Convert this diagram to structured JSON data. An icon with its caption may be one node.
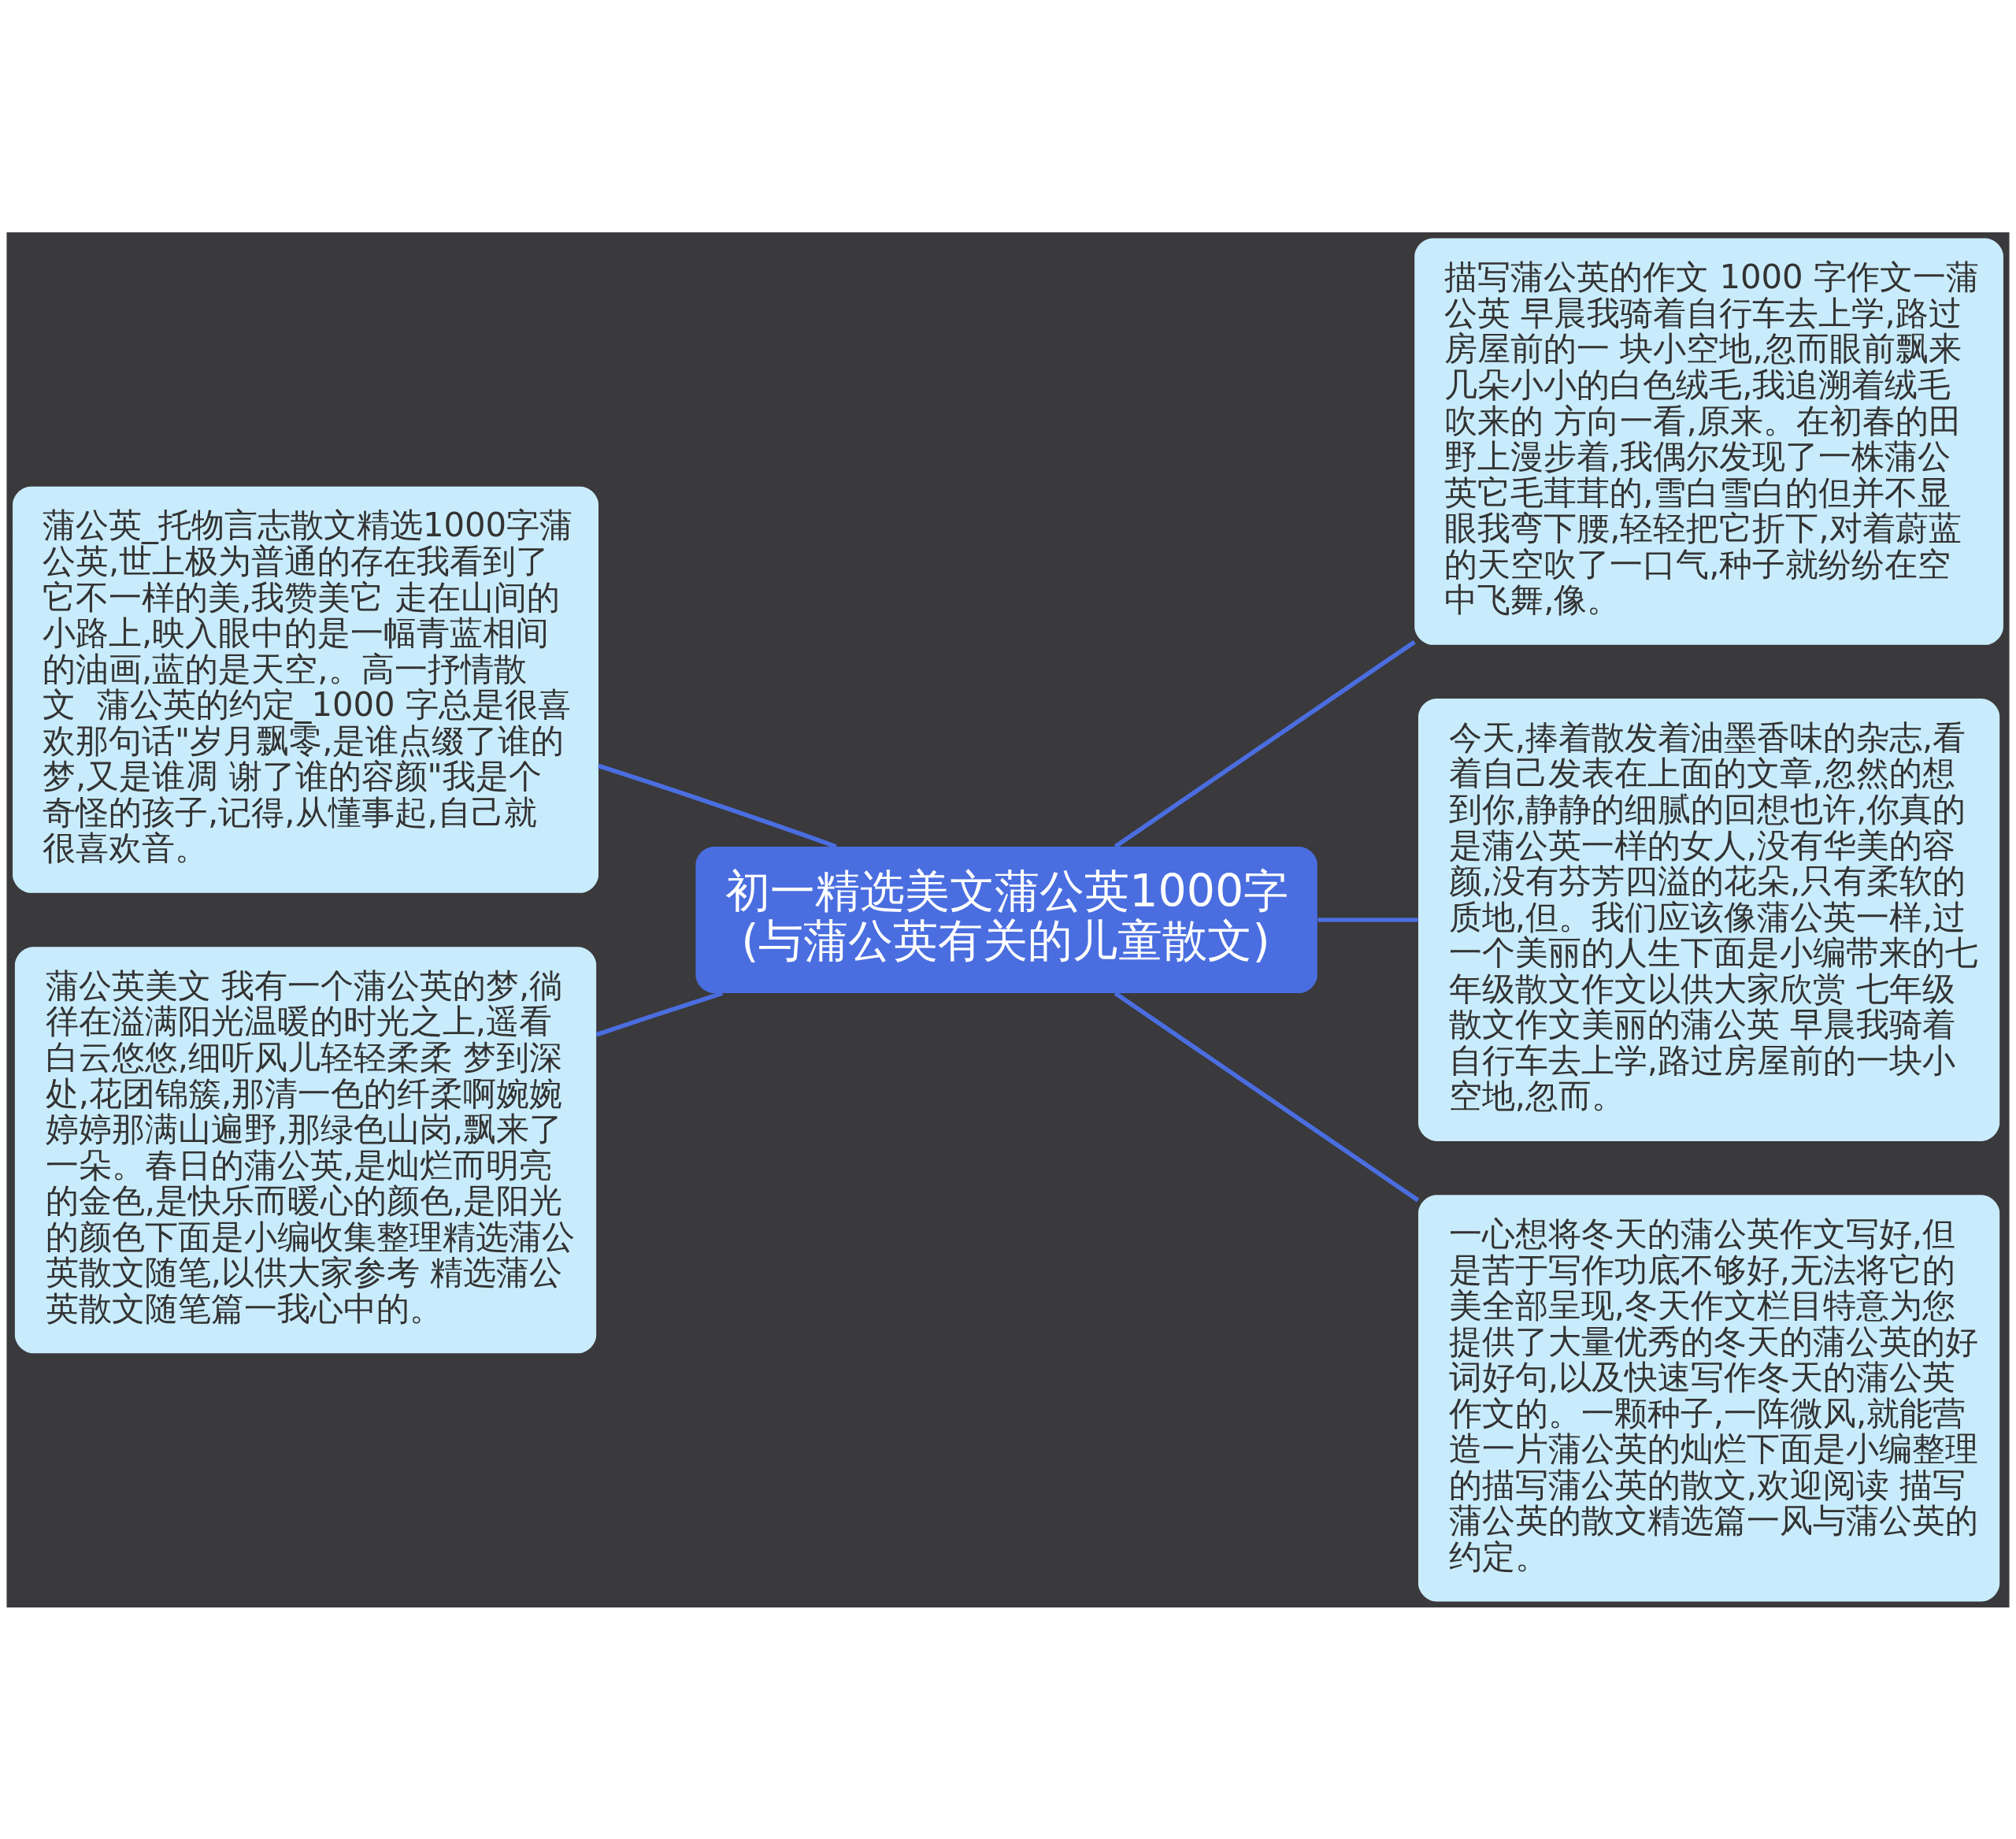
{
  "diagram": {
    "nodes": [
      {
        "text": [
          "初一精选美文蒲公英1000字(与蒲公英有关的儿童散文)"
        ]
      },
      {
        "text": [
          "蒲公英_托物言志散文精选1000字蒲公英,世上极为普通的存在我看到了它不一样的美,我赞美它 走在山间的小路上,映入眼中的是一幅青蓝相间的油画,蓝的是天空,。高一抒情散文  蒲公英的约定_1000 字总是很喜欢那句话\"岁月飘零,是谁点缀了谁的梦,又是谁凋 谢了谁的容颜\"我是个奇怪的孩子,记得,从懂事起,自己就很喜欢音。"
        ]
      },
      {
        "text": [
          "蒲公英美文 我有一个蒲公英的梦,徜徉在溢满阳光温暖的时光之上,遥看白云悠悠,细听风儿轻轻柔柔 梦到深处,花团锦簇,那清一色的纤柔啊婉婉婷婷那满山遍野,那绿色山岗,飘来了一朵。春日的蒲公英,是灿烂而明亮的金色,是快乐而暖心的颜色,是阳光的颜色下面是小编收集整理精选蒲公英散文随笔,以供大家参考 精选蒲公英散文随笔篇一我心中的。"
        ]
      },
      {
        "text": [
          "描写蒲公英的作文 1000 字作文一蒲公英 早晨我骑着自行车去上学,路过房屋前的一 块小空地,忽而眼前飘来几朵小小的白色绒毛,我追溯着绒毛吹来的 方向一看,原来。在初春的田野上漫步着,我偶尔发现了一株蒲公英它毛茸茸的,雪白雪白的但并不显眼我弯下腰,轻轻把它折下,对着蔚蓝的天空吹了一口气,种子就纷纷在空中飞舞,像。"
        ]
      },
      {
        "text": [
          "今天,捧着散发着油墨香味的杂志,看着自己发表在上面的文章,忽然的想到你,静静的细腻的回想也许,你真的是蒲公英一样的女人,没有华美的容颜,没有芬芳四溢的花朵,只有柔软的质地,但。我们应该像蒲公英一样,过一个美丽的人生下面是小编带来的七年级散文作文以供大家欣赏 七年级散文作文美丽的蒲公英 早晨我骑着自行车去上学,路过房屋前的一块小空地,忽而。"
        ]
      },
      {
        "text": [
          "一心想将冬天的蒲公英作文写好,但是苦于写作功底不够好,无法将它的美全部呈现,冬天作文栏目特意为您提供了大量优秀的冬天的蒲公英的好词好句,以及快速写作冬天的蒲公英作文的。一颗种子,一阵微风,就能营造一片蒲公英的灿烂下面是小编整理的描写蒲公英的散文,欢迎阅读 描写蒲公英的散文精选篇一风与蒲公英的约定。"
        ]
      }
    ],
    "edges": [
      {
        "from": 0,
        "to": 1,
        "arrow": "none"
      },
      {
        "from": 0,
        "to": 2,
        "arrow": "none"
      },
      {
        "from": 0,
        "to": 3,
        "arrow": "none"
      },
      {
        "from": 0,
        "to": 4,
        "arrow": "none"
      },
      {
        "from": 0,
        "to": 5,
        "arrow": "none"
      }
    ]
  }
}
